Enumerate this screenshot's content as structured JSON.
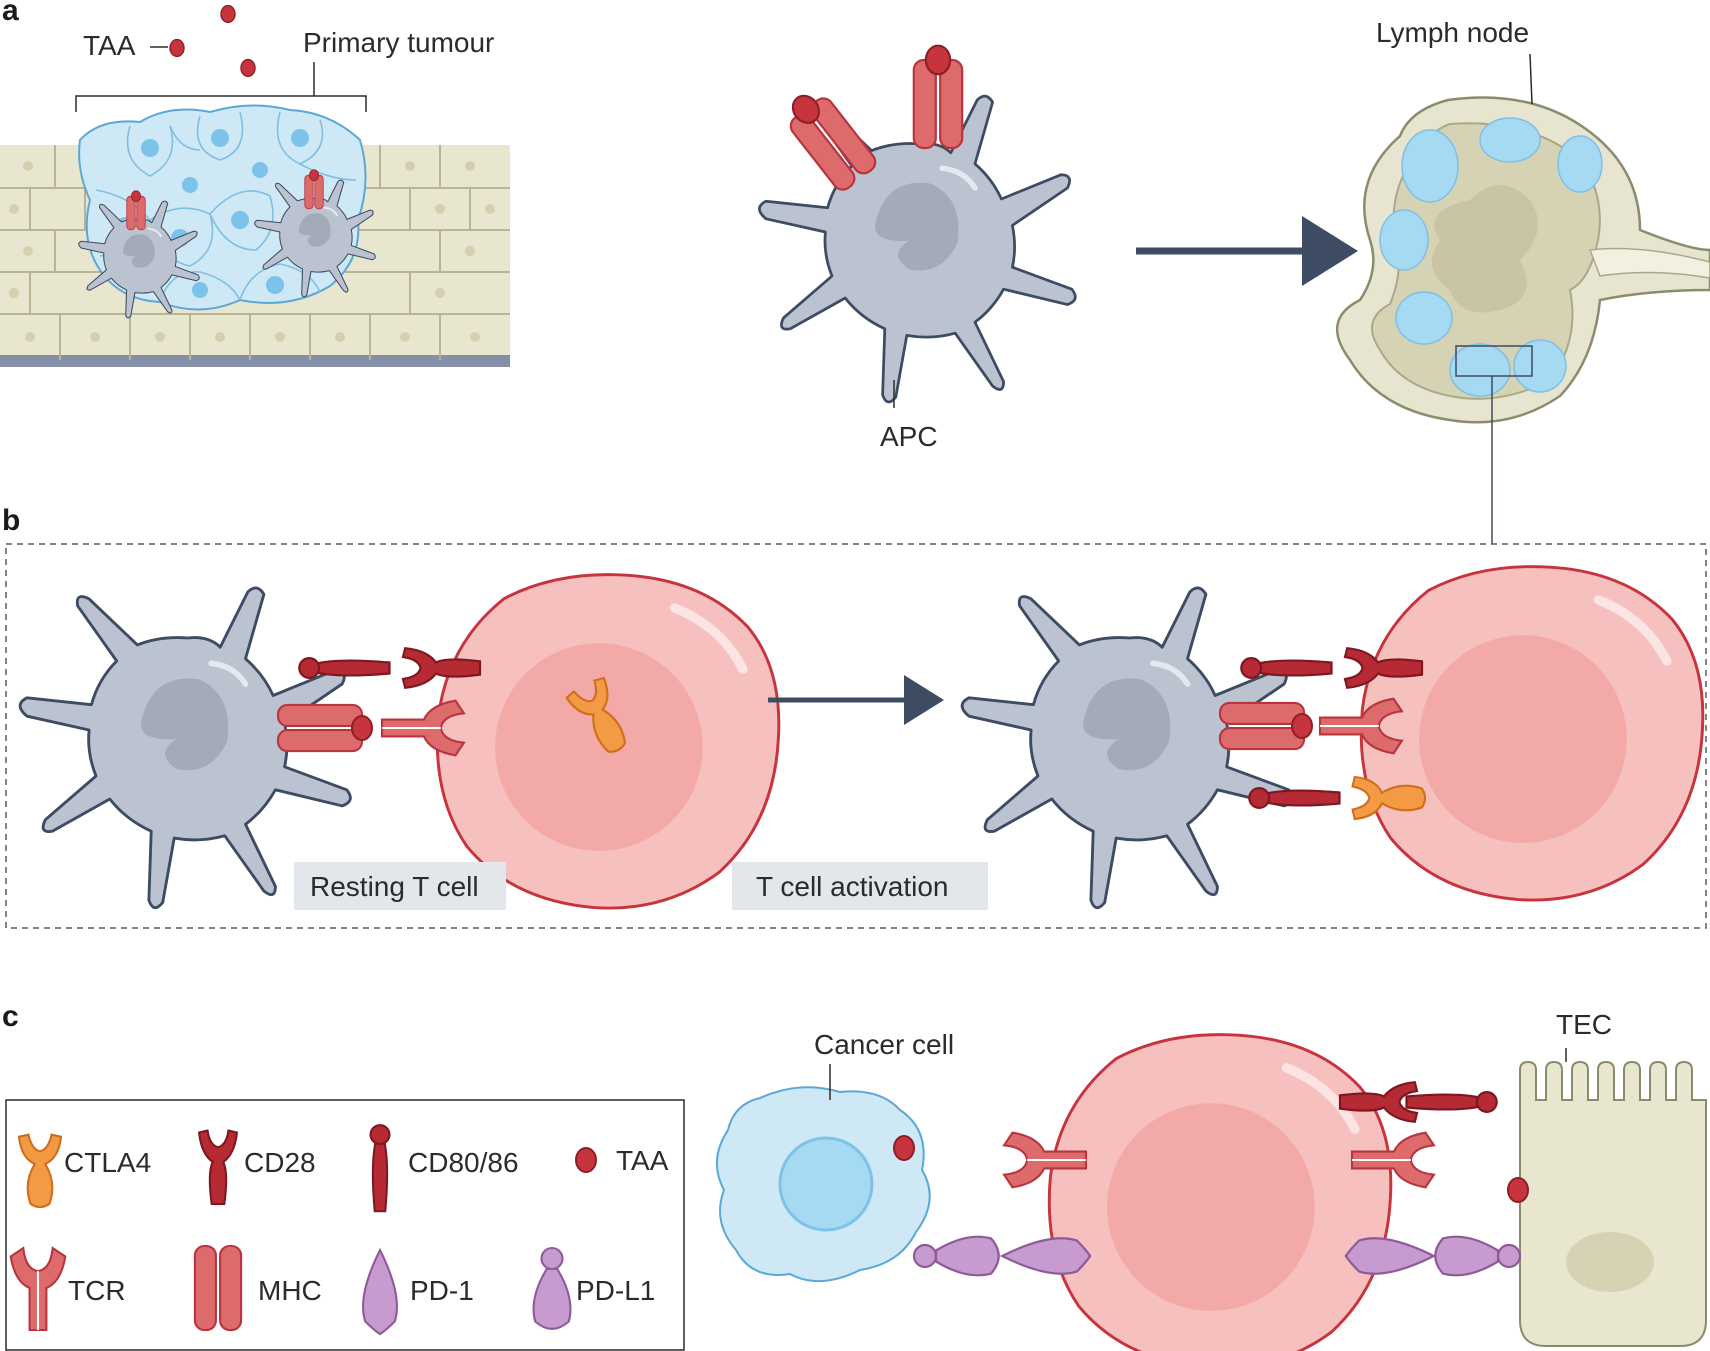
{
  "panels": {
    "a": "a",
    "b": "b",
    "c": "c"
  },
  "labels": {
    "taa": "TAA",
    "primary_tumour": "Primary tumour",
    "apc": "APC",
    "lymph_node": "Lymph node",
    "resting_t_cell": "Resting T cell",
    "t_cell_activation": "T cell activation",
    "cancer_cell": "Cancer cell",
    "tec": "TEC"
  },
  "legend": [
    {
      "icon": "ctla4-icon",
      "label": "CTLA4"
    },
    {
      "icon": "cd28-icon",
      "label": "CD28"
    },
    {
      "icon": "cd80-86-icon",
      "label": "CD80/86"
    },
    {
      "icon": "taa-icon",
      "label": "TAA"
    },
    {
      "icon": "tcr-icon",
      "label": "TCR"
    },
    {
      "icon": "mhc-icon",
      "label": "MHC"
    },
    {
      "icon": "pd1-icon",
      "label": "PD-1"
    },
    {
      "icon": "pdl1-icon",
      "label": "PD-L1"
    }
  ],
  "colors": {
    "apc_fill": "#bcc3d0",
    "apc_nucleus": "#a3abb9",
    "apc_outline": "#3d4b63",
    "t_cell_fill": "#f6b9b7",
    "t_cell_outline": "#c8343d",
    "tumour_fill": "#cfe8f6",
    "tumour_nucleus": "#7cc3ea",
    "epithelium_fill": "#e9e6d0",
    "taa_fill": "#c8343d",
    "mhc_fill": "#dd6b6b",
    "ctla4_fill": "#f39a45",
    "pd_fill": "#c79bcf",
    "arrow": "#3d4b63"
  }
}
